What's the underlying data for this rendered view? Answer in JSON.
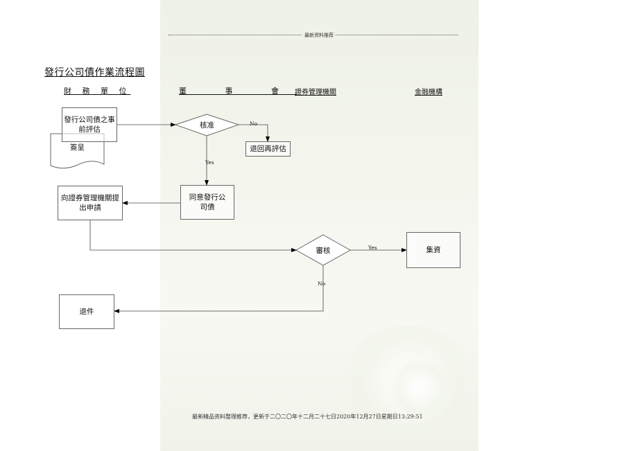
{
  "header": {
    "text": "最新资料推荐"
  },
  "title": "發行公司債作業流程圖",
  "lanes": {
    "finance": "財 務 單 位",
    "board": "董 事 會",
    "securities": "證券管理機關",
    "bank": "金融機構"
  },
  "nodes": {
    "pre_eval": "發行公司債之事前評估",
    "report": "簽呈",
    "approve": "核准",
    "re_eval": "退回再評估",
    "agree": "同意發行公司債",
    "apply": "向證券管理機關提出申請",
    "review": "審核",
    "raise": "集資",
    "return": "退件"
  },
  "edge_labels": {
    "approve_no": "No",
    "approve_yes": "Yes",
    "review_yes": "Yes",
    "review_no": "No"
  },
  "footer": "最新精品资料整理推荐，更新于二〇二〇年十二月二十七日2020年12月27日星期日13:29:51"
}
